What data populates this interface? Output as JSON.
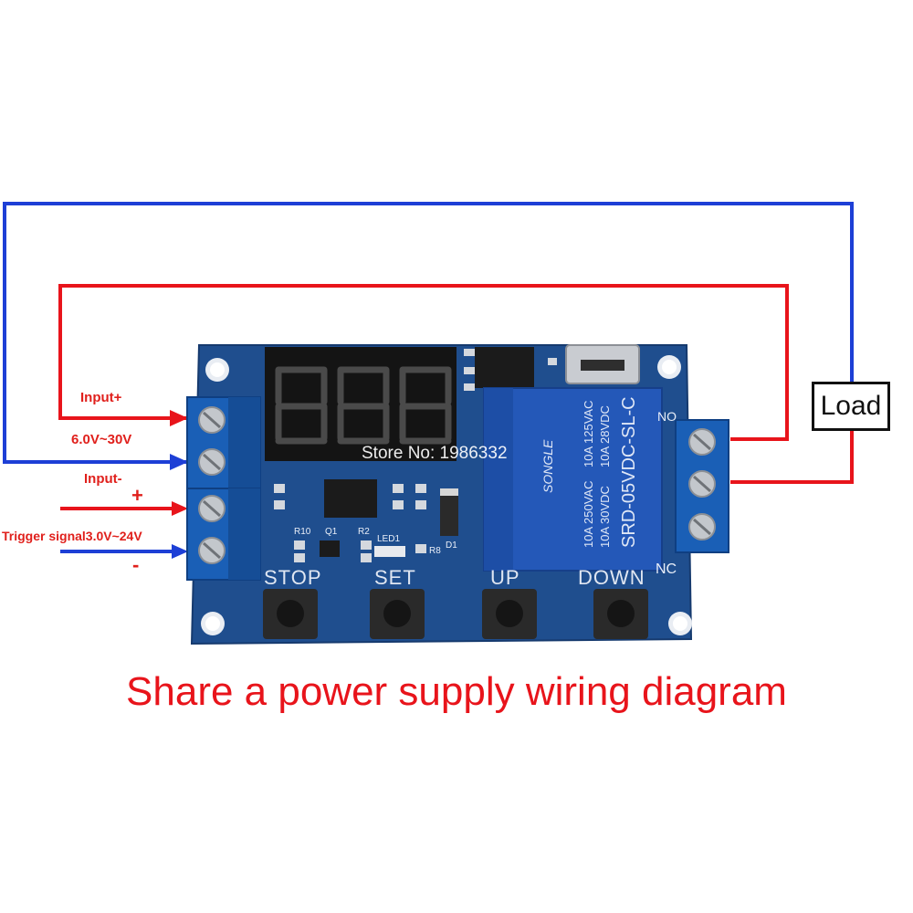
{
  "labels": {
    "input_plus": "Input+",
    "voltage_range": "6.0V~30V",
    "input_minus": "Input-",
    "trigger_plus": "+",
    "trigger_signal": "Trigger signal3.0V~24V",
    "trigger_minus": "-",
    "load": "Load"
  },
  "board": {
    "watermark": "Store No: 1986332",
    "buttons": [
      "STOP",
      "SET",
      "UP",
      "DOWN"
    ],
    "relay_model": "SRD-05VDC-SL-C",
    "relay_brand": "SONGLE",
    "relay_ratings": [
      "10A 250VAC",
      "10A 125VAC",
      "10A 30VDC",
      "10A 28VDC"
    ],
    "silk_components": [
      "R10",
      "Q1",
      "R2",
      "LED1",
      "R8",
      "D1"
    ],
    "nc_label": "NC",
    "no_label": "NO"
  },
  "caption": "Share a power supply wiring diagram",
  "colors": {
    "positive_wire": "#e8141b",
    "negative_wire": "#1d3fd6",
    "pcb": "#1f4e8e",
    "terminal": "#1a5fb6",
    "relay": "#2458b8"
  }
}
